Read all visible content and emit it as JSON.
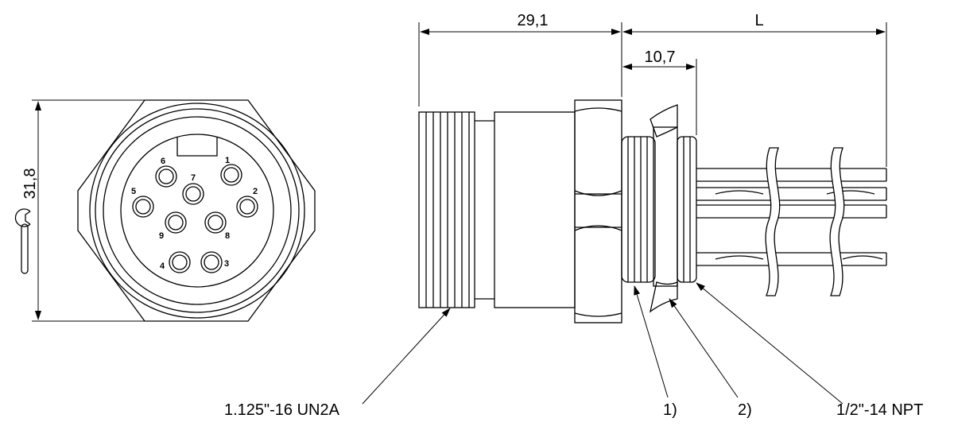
{
  "front_view": {
    "pins": [
      {
        "label": "1"
      },
      {
        "label": "2"
      },
      {
        "label": "3"
      },
      {
        "label": "4"
      },
      {
        "label": "5"
      },
      {
        "label": "6"
      },
      {
        "label": "7"
      },
      {
        "label": "8"
      },
      {
        "label": "9"
      }
    ],
    "height_dimension": "31,8"
  },
  "side_view": {
    "length_dimension": "29,1",
    "cable_length_dimension": "L",
    "thread_length_dimension": "10,7"
  },
  "callouts": {
    "main_thread": "1.125\"-16 UN2A",
    "note_1": "1)",
    "note_2": "2)",
    "npt_thread": "1/2\"-14 NPT"
  },
  "colors": {
    "line": "#000000",
    "background": "#ffffff"
  },
  "icons": {
    "wrench": "wrench-icon"
  }
}
